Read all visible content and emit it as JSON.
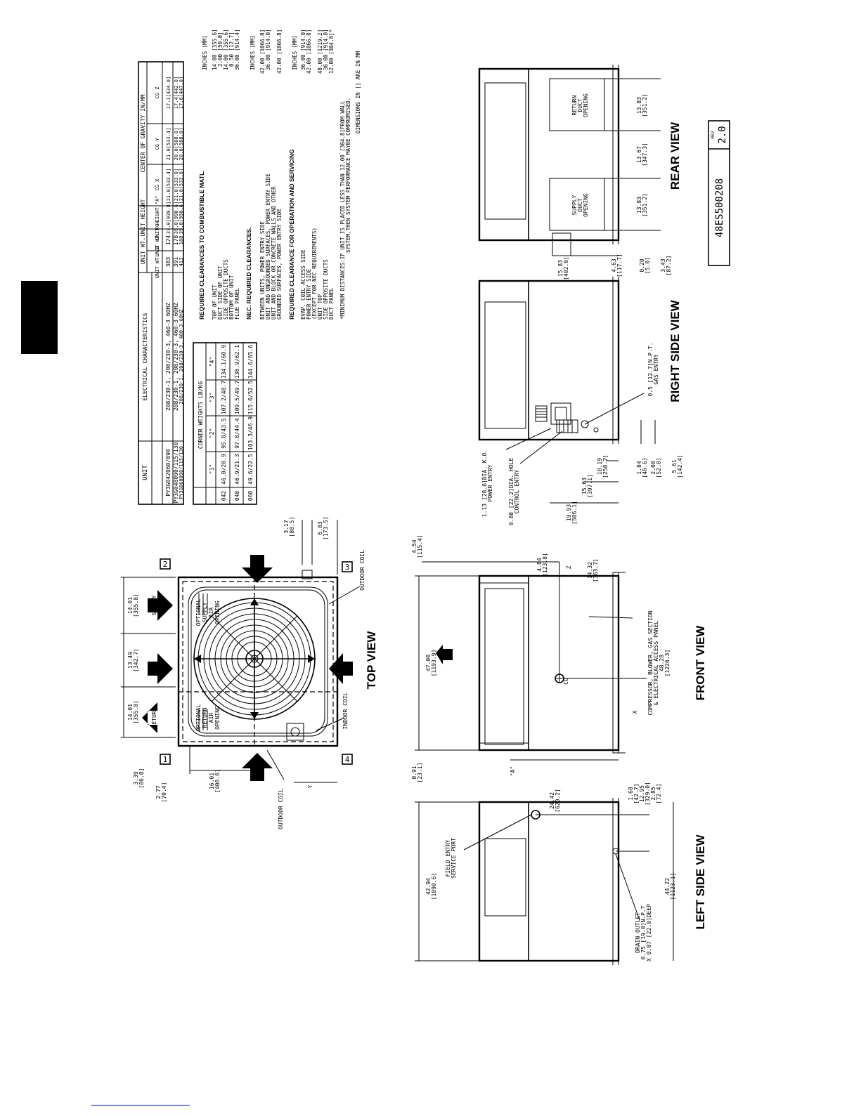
{
  "sheet_tab": {
    "color": "#000000"
  },
  "footer_link_color": "#1a3ec9",
  "drawing_number": "48ES500208",
  "rev_label": "REV",
  "rev_value": "2.0",
  "views": {
    "top": "TOP VIEW",
    "front": "FRONT VIEW",
    "left_side": "LEFT SIDE VIEW",
    "right_side": "RIGHT SIDE VIEW",
    "rear": "REAR VIEW"
  },
  "unit_table": {
    "header": [
      "UNIT",
      "ELECTRICAL CHARACTERISTICS",
      "UNIT WT. LB",
      "UNIT WT. KG",
      "UNIT HEIGHT \"A\"",
      "CG X",
      "CG Y",
      "CG Z"
    ],
    "group_headers": {
      "unit_wt": "UNIT WT.",
      "unit_height": "UNIT HEIGHT",
      "cog": "CENTER OF GRAVITY IN/MM"
    },
    "rows": [
      [
        "PY3G042060/090",
        "208/230-1, 208/230-3, 460-3 60HZ",
        "383",
        "174",
        "37.0[939.8]",
        "21.0[533.4]",
        "21.0[533.4]",
        "17.1[434.0]"
      ],
      [
        "PY3G048090/115/130",
        "208/230-1, 208/230-3, 460-3 60HZ",
        "391",
        "178",
        "39.0[990.6]",
        "21.0[533.0]",
        "20.0[508.0]",
        "17.4[442.0]"
      ],
      [
        "PY3G060090/115/130",
        "208/230-1, 208/230-3, 460-3 60HZ",
        "413",
        "188",
        "39.0[990.6]",
        "21.0[533.0]",
        "20.0[508.0]",
        "17.6[447.0]"
      ]
    ]
  },
  "corner_table": {
    "title": "CORNER WEIGHTS LB/KG",
    "header": [
      "",
      "\"1\"",
      "\"2\"",
      "\"3\"",
      "\"4\""
    ],
    "rows": [
      [
        "042",
        "46.0/20.9",
        "95.8/43.5",
        "107.2/48.7",
        "134.1/60.9"
      ],
      [
        "048",
        "46.9/21.3",
        "97.8/44.4",
        "109.5/49.7",
        "136.9/62.1"
      ],
      [
        "060",
        "49.6/22.5",
        "103.3/46.9",
        "115.6/52.5",
        "144.6/65.6"
      ]
    ]
  },
  "clearances": {
    "combustible_title": "REQUIRED CLEARANCES TO COMBUSTIBLE MATL.",
    "units_label": "INCHES [MM]",
    "combustible": [
      [
        "TOP OF UNIT",
        "14.00 [355.6]"
      ],
      [
        "DUCT SIDE OF UNIT",
        "2.00 [50.8]"
      ],
      [
        "SIDE OPPOSITE DUCTS",
        "14.00 [355.6]"
      ],
      [
        "BOTTOM OF UNIT",
        "0.50 [12.7]"
      ],
      [
        "FLUE PANEL",
        "36.00 [914.4]"
      ]
    ],
    "nec_title": "NEC. REQUIRED CLEARANCES.",
    "nec": [
      [
        "BETWEEN UNITS, POWER ENTRY SIDE",
        "42.00 [1066.8]"
      ],
      [
        "UNIT AND UNGROUNDED SURFACES, POWER ENTRY SIDE",
        "36.00 [914.0]"
      ],
      [
        "UNIT AND BLOCK OR CONCRETE WALLS AND OTHER",
        ""
      ],
      [
        "GROUNDED SURFACES, POWER ENTRY SIDE",
        "42.00 [1066.8]"
      ]
    ],
    "service_title": "REQUIRED CLEARANCE FOR OPERATION AND SERVICING",
    "service": [
      [
        "EVAP. COIL ACCESS SIDE",
        "36.00 [914.0]"
      ],
      [
        "POWER ENTRY SIDE",
        "42.00 [1066.8]"
      ],
      [
        "(EXCEPT FOR NEC REQUIREMENTS)",
        ""
      ],
      [
        "UNIT TOP",
        "48.00 [1219.2]"
      ],
      [
        "SIDE OPPOSITE DUCTS",
        "36.00 [914.0]"
      ],
      [
        "DUCT PANEL",
        "12.00 [304.8]*"
      ]
    ],
    "note_1": "*MINIMUM DISTANCES:IF UNIT IS PLACED LESS THAN 12.00 [304.8]FROM WALL",
    "note_2": "SYSTEM,THEN SYSTEM PERFORMANCE MAYBE COMPROMISED.",
    "note_3": "DIMENSIONS IN [] ARE IN MM"
  },
  "top_view": {
    "corners": [
      "1",
      "2",
      "3",
      "4"
    ],
    "labels": {
      "supply": "SUPPLY",
      "return": "RETURN",
      "opt_supply_1": "OPTIONAL",
      "opt_supply_2": "SUPPLY",
      "opt_supply_3": "AIR",
      "opt_supply_4": "OPENING",
      "opt_return_1": "OPTIONAL",
      "opt_return_2": "RETURN",
      "opt_return_3": "AIR",
      "opt_return_4": "OPENING",
      "outdoor_coil": "OUTDOOR COIL",
      "indoor_coil": "INDOOR COIL",
      "outdoor_coil_2": "OUTDOOR COIL"
    },
    "dims": {
      "d1": "14.01",
      "d1mm": "[355.8]",
      "d2": "13.49",
      "d2mm": "[342.7]",
      "d3": "14.01",
      "d3mm": "[355.8]",
      "d4": "3.39",
      "d4mm": "[86.0]",
      "d5": "2.77",
      "d5mm": "[70.4]",
      "d6": "16.01",
      "d6mm": "[406.6]",
      "d7": "3.17",
      "d7mm": "[80.5]",
      "d8": "6.83",
      "d8mm": "[173.5]",
      "y": "Y"
    }
  },
  "front_view": {
    "dims": {
      "w": "47.00",
      "wmm": "[1193.9]",
      "h1": "4.54",
      "h1mm": "[115.4]",
      "h2": "4.84",
      "h2mm": "[123.8]",
      "z": "Z",
      "h3": "14.32",
      "h3mm": "[363.7]",
      "a": "\"A\"",
      "x": "X",
      "b": "48.28",
      "bmm": "[1226.3]",
      "c": "0.91",
      "cmm": "[23.1]"
    },
    "cg": "CG",
    "note_1": "COMPRESSOR, BLOWER, GAS SECTION",
    "note_2": "& ELECTRICAL ACCESS PANEL"
  },
  "left_side_view": {
    "dims": {
      "w": "42.94",
      "wmm": "[1090.6]",
      "h1": "24.42",
      "h1mm": "[620.2]",
      "h2": "1.68",
      "h2mm": "[42.7]",
      "h3": "12.95",
      "h3mm": "[329.0]",
      "h4": "2.85",
      "h4mm": "[72.4]",
      "b": "44.22",
      "bmm": "[1123.1]"
    },
    "field_1": "FIELD ENTRY",
    "field_2": "SERVICE PORT",
    "drain_1": "DRAIN OUTLET",
    "drain_2": "0.75 [19.0]N.P.T",
    "drain_3": "X 0.87 [22.0]DEEP"
  },
  "right_side_view": {
    "power_1": "1.13 [28.6]DIA. K.O.",
    "power_2": "POWER ENTRY",
    "control_1": "0.88 [22.2]DIA. HOLE",
    "control_2": "CONTROL ENTRY",
    "gas_1": "0.5 [12.7]N.P.T.",
    "gas_2": "GAS ENTRY",
    "dims": {
      "a": "19.93",
      "amm": "[506.1]",
      "b": "15.63",
      "bmm": "[397.1]",
      "c": "10.19",
      "cmm": "[258.7]",
      "d": "1.84",
      "dmm": "[46.6]",
      "e": "2.08",
      "emm": "[52.8]",
      "f": "5.61",
      "fmm": "[142.4]"
    }
  },
  "rear_view": {
    "return_1": "RETURN",
    "return_2": "DUCT",
    "return_3": "OPENING",
    "supply_1": "SUPPLY",
    "supply_2": "DUCT",
    "supply_3": "OPENING",
    "dims": {
      "a": "13.83",
      "amm": "[351.2]",
      "b": "13.67",
      "bmm": "[347.3]",
      "c": "13.83",
      "cmm": "[351.2]",
      "d": "15.83",
      "dmm": "[402.0]",
      "e": "4.63",
      "emm": "[117.7]",
      "f": "0.20",
      "fmm": "[5.0]",
      "g": "3.43",
      "gmm": "[87.2]"
    }
  }
}
